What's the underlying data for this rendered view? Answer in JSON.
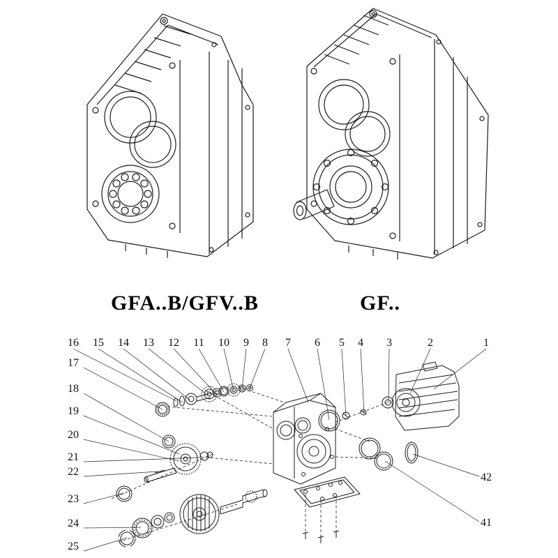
{
  "labels": {
    "left_model": "GFA..B/GFV..B",
    "right_model": "GF.."
  },
  "callouts": {
    "top": [
      "16",
      "15",
      "14",
      "13",
      "12",
      "11",
      "10",
      "9",
      "8",
      "7",
      "6",
      "5",
      "4",
      "3",
      "2",
      "1"
    ],
    "left": [
      "17",
      "18",
      "19",
      "20",
      "21",
      "22",
      "23",
      "24",
      "25"
    ],
    "right": [
      "42",
      "41"
    ]
  }
}
